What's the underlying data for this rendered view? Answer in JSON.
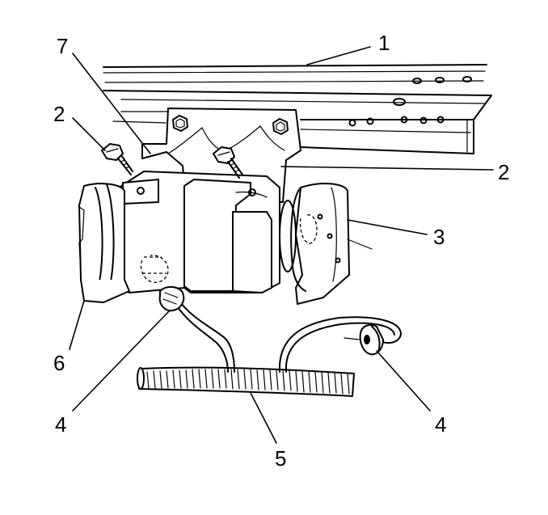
{
  "callouts": [
    {
      "id": "c1",
      "label": "1"
    },
    {
      "id": "c2a",
      "label": "2"
    },
    {
      "id": "c2b",
      "label": "2"
    },
    {
      "id": "c3",
      "label": "3"
    },
    {
      "id": "c4a",
      "label": "4"
    },
    {
      "id": "c4b",
      "label": "4"
    },
    {
      "id": "c5",
      "label": "5"
    },
    {
      "id": "c6",
      "label": "6"
    },
    {
      "id": "c7",
      "label": "7"
    }
  ]
}
